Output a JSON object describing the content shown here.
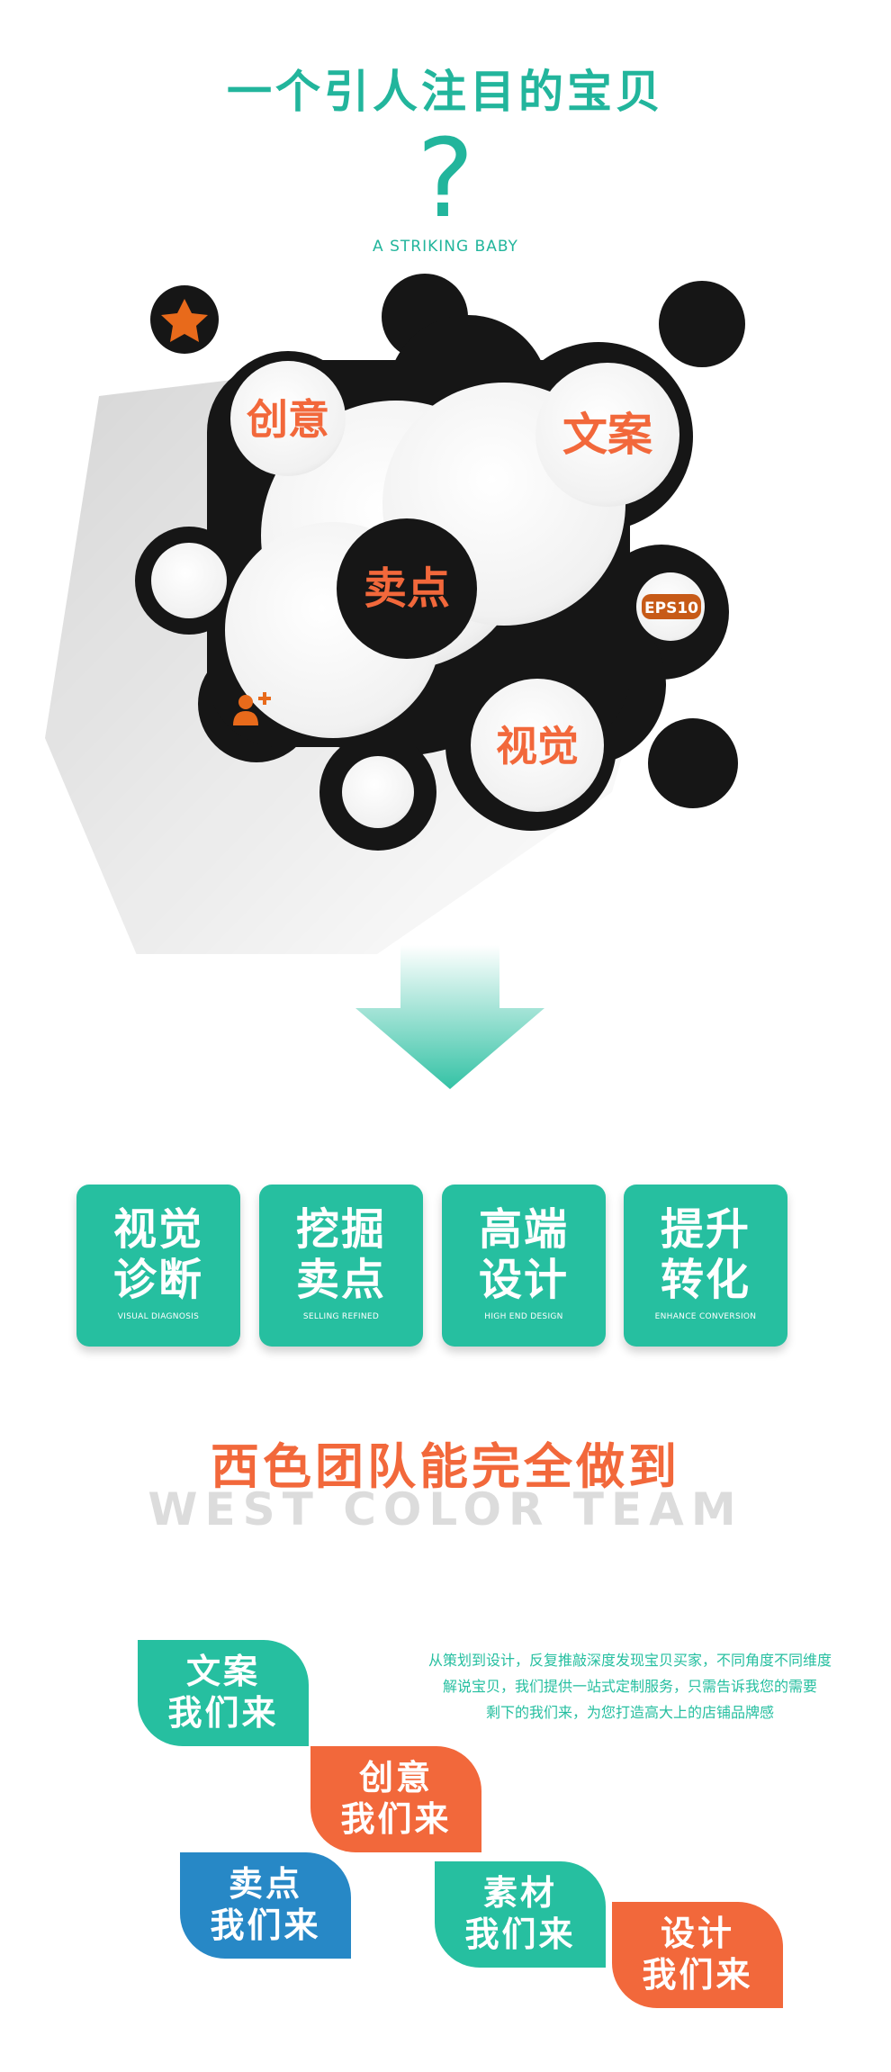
{
  "header": {
    "title": "一个引人注目的宝贝",
    "question_mark": "?",
    "subtitle": "A STRIKING BABY"
  },
  "molecule": {
    "labels": {
      "chuangyi": "创意",
      "wenan": "文案",
      "maidian": "卖点",
      "shijue": "视觉",
      "eps": "EPS10"
    },
    "icons": [
      "star-icon",
      "add-user-icon"
    ]
  },
  "features": [
    {
      "line1": "视觉",
      "line2": "诊断",
      "en": "VISUAL DIAGNOSIS"
    },
    {
      "line1": "挖掘",
      "line2": "卖点",
      "en": "SELLING REFINED"
    },
    {
      "line1": "高端",
      "line2": "设计",
      "en": "HIGH END DESIGN"
    },
    {
      "line1": "提升",
      "line2": "转化",
      "en": "ENHANCE CONVERSION"
    }
  ],
  "team": {
    "title": "西色团队能完全做到",
    "english": "WEST COLOR TEAM"
  },
  "description": {
    "line1": "从策划到设计，反复推敲深度发现宝贝买家，不同角度不同维度",
    "line2": "解说宝贝，我们提供一站式定制服务，只需告诉我您的需要",
    "line3": "剩下的我们来，为您打造高大上的店铺品牌感"
  },
  "leaves": [
    {
      "line1": "文案",
      "line2": "我们来",
      "color": "#26bfa0"
    },
    {
      "line1": "创意",
      "line2": "我们来",
      "color": "#f2683b"
    },
    {
      "line1": "卖点",
      "line2": "我们来",
      "color": "#2788c6"
    },
    {
      "line1": "素材",
      "line2": "我们来",
      "color": "#26bfa0"
    },
    {
      "line1": "设计",
      "line2": "我们来",
      "color": "#f2683b"
    }
  ],
  "colors": {
    "teal": "#26bfa0",
    "orange": "#f2683b",
    "blue": "#2788c6",
    "black": "#161616"
  }
}
